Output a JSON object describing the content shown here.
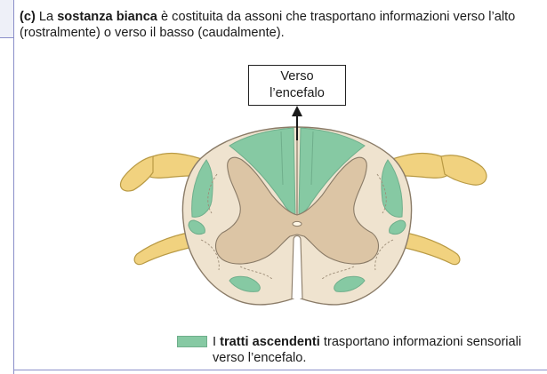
{
  "caption": {
    "label": "(c)",
    "part1": " La ",
    "term1": "sostanza bianca",
    "part2": " è costituita da assoni che trasportano informazioni verso l’alto (rostralmente) o verso il basso (caudalmente)."
  },
  "arrow_label": {
    "line1": "Verso",
    "line2": "l’encefalo"
  },
  "legend": {
    "part1": "I ",
    "term": "tratti ascendenti",
    "part2": " trasportano informazioni sensoriali verso l’encefalo.",
    "swatch_color": "#86c9a3"
  },
  "colors": {
    "white_matter": "#efe3cf",
    "gray_matter": "#dcc5a5",
    "ascending_tracts": "#86c9a3",
    "nerve_roots": "#f1d27f",
    "outline": "#8a7b67",
    "frame": "#8a8ec9"
  }
}
